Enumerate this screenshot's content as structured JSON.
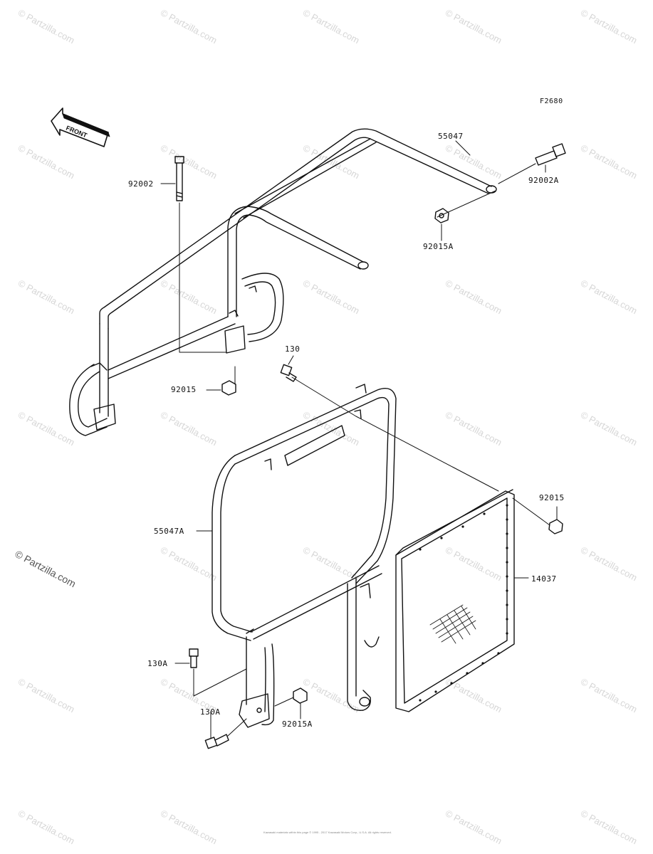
{
  "figure_code": "F2680",
  "front_label": "FRONT",
  "watermark_text": "© Partzilla.com",
  "copyright_text": "Kawasaki materials within this page © 1995 - 2017 Kawasaki Motors Corp., U.S.A. All rights reserved.",
  "parts": {
    "p55047": "55047",
    "p92002": "92002",
    "p92002A": "92002A",
    "p92015A_top": "92015A",
    "p130": "130",
    "p92015_left": "92015",
    "p92015_right": "92015",
    "p55047A": "55047A",
    "p14037": "14037",
    "p130A_upper": "130A",
    "p130A_lower": "130A",
    "p92015A_bottom": "92015A"
  },
  "colors": {
    "line": "#111111",
    "watermark": "#d6d6d6",
    "background": "#ffffff"
  }
}
